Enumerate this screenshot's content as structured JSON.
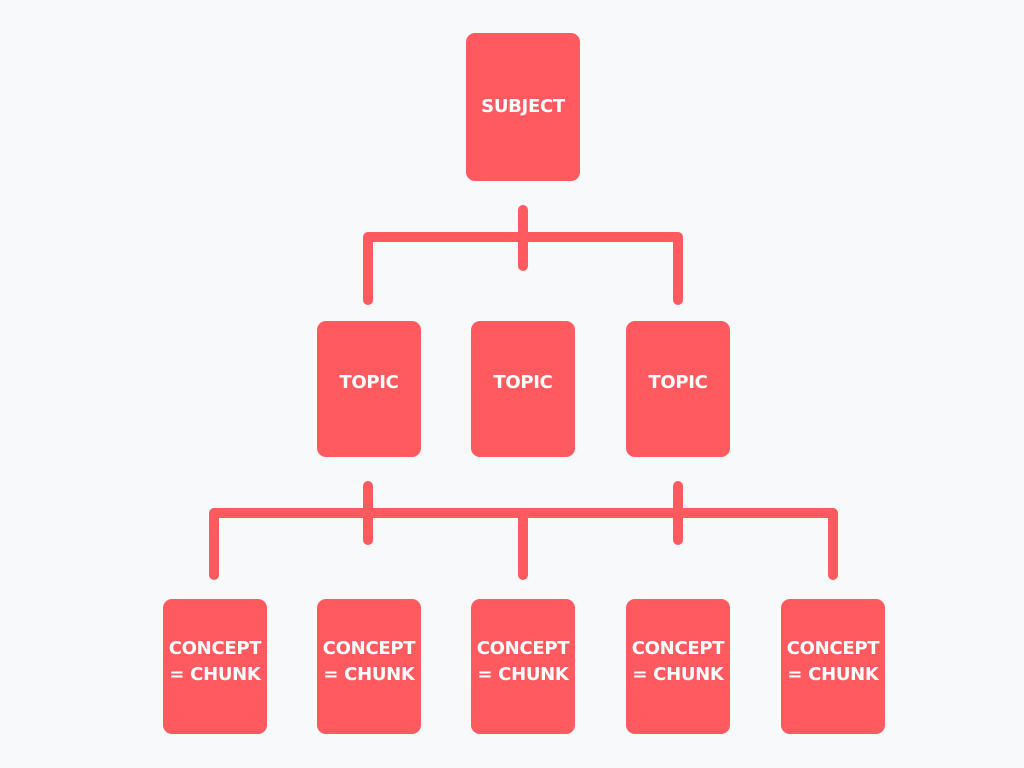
{
  "diagram": {
    "colors": {
      "background": "#f8f9fb",
      "box": "#ff5a5f",
      "connector": "#ff5a5f",
      "text": "#ffffff"
    },
    "root": {
      "label": "SUBJECT"
    },
    "topics": [
      {
        "label": "TOPIC"
      },
      {
        "label": "TOPIC"
      },
      {
        "label": "TOPIC"
      }
    ],
    "concepts": [
      {
        "label": "CONCEPT\n= CHUNK"
      },
      {
        "label": "CONCEPT\n= CHUNK"
      },
      {
        "label": "CONCEPT\n= CHUNK"
      },
      {
        "label": "CONCEPT\n= CHUNK"
      },
      {
        "label": "CONCEPT\n= CHUNK"
      }
    ]
  }
}
